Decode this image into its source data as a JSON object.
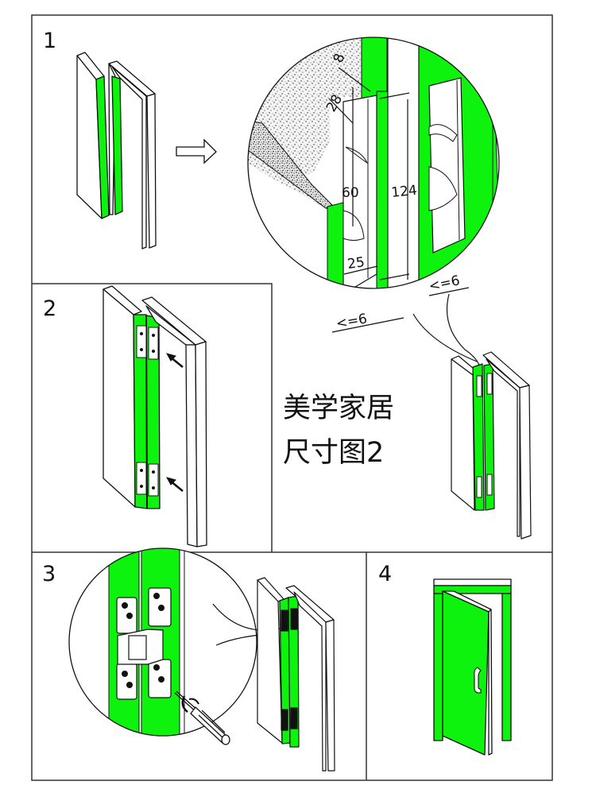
{
  "colors": {
    "accent_green": "#0ef30e",
    "line": "#111111",
    "background": "#ffffff",
    "frame": "#333333"
  },
  "caption": {
    "line1": "美学家居",
    "line2": "尺寸图2"
  },
  "steps": [
    {
      "number": "1",
      "description": "door panel and frame with green hinge edges, arrow to magnified cutout detail"
    },
    {
      "number": "2",
      "description": "hinges inserted into door and frame edges, arrows indicate insertion"
    },
    {
      "number": "3",
      "description": "hinges screwed in with screwdriver, magnified view"
    },
    {
      "number": "4",
      "description": "completed door opened in frame"
    }
  ],
  "dimensions": {
    "top_offset": "8",
    "upper_depth": "28",
    "hole_pitch": "60",
    "cutout_length": "124",
    "cutout_width": "25",
    "gap_left": "<=6",
    "gap_right": "<=6"
  },
  "icons": [
    "arrow-right-icon",
    "insert-arrow-icon",
    "screwdriver-icon",
    "door-handle-icon",
    "magnifier-callout-icon"
  ]
}
